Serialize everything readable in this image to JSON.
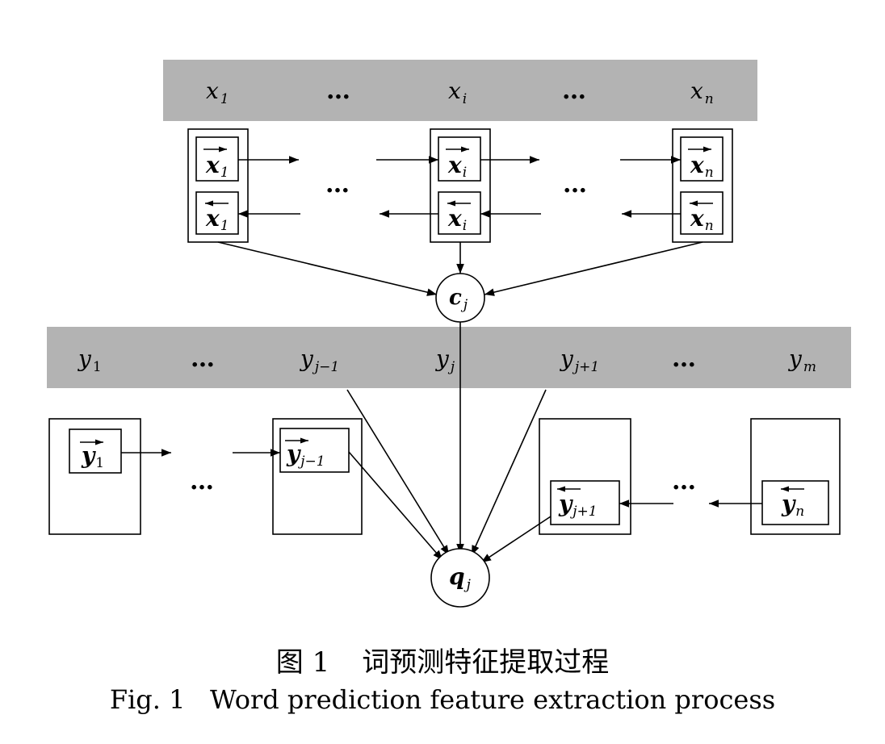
{
  "input_sequence": {
    "first": {
      "base": "x",
      "sub": "1"
    },
    "middle": {
      "base": "x",
      "sub": "i"
    },
    "last": {
      "base": "x",
      "sub": "n"
    },
    "ellipsis": "…"
  },
  "encoder_cells": {
    "first": {
      "base": "x",
      "sub": "1"
    },
    "middle": {
      "base": "x",
      "sub": "i"
    },
    "last": {
      "base": "x",
      "sub": "n"
    }
  },
  "context_node": {
    "base": "c",
    "sub": "j"
  },
  "output_sequence": {
    "first": {
      "base": "y",
      "sub": "1"
    },
    "prev": {
      "base": "y",
      "sub": "j−1"
    },
    "current": {
      "base": "y",
      "sub": "j"
    },
    "next": {
      "base": "y",
      "sub": "j+1"
    },
    "last": {
      "base": "y",
      "sub": "m"
    },
    "ellipsis": "…"
  },
  "decoder_cells": {
    "forward_first": {
      "base": "y",
      "sub": "1"
    },
    "forward_prev": {
      "base": "y",
      "sub": "j−1"
    },
    "backward_next": {
      "base": "y",
      "sub": "j+1"
    },
    "backward_last": {
      "base": "y",
      "sub": "n"
    }
  },
  "output_node": {
    "base": "q",
    "sub": "j"
  },
  "caption": {
    "zh_fig": "图 1",
    "zh_title": "词预测特征提取过程",
    "en_fig": "Fig. 1",
    "en_title": "Word prediction feature extraction process"
  }
}
